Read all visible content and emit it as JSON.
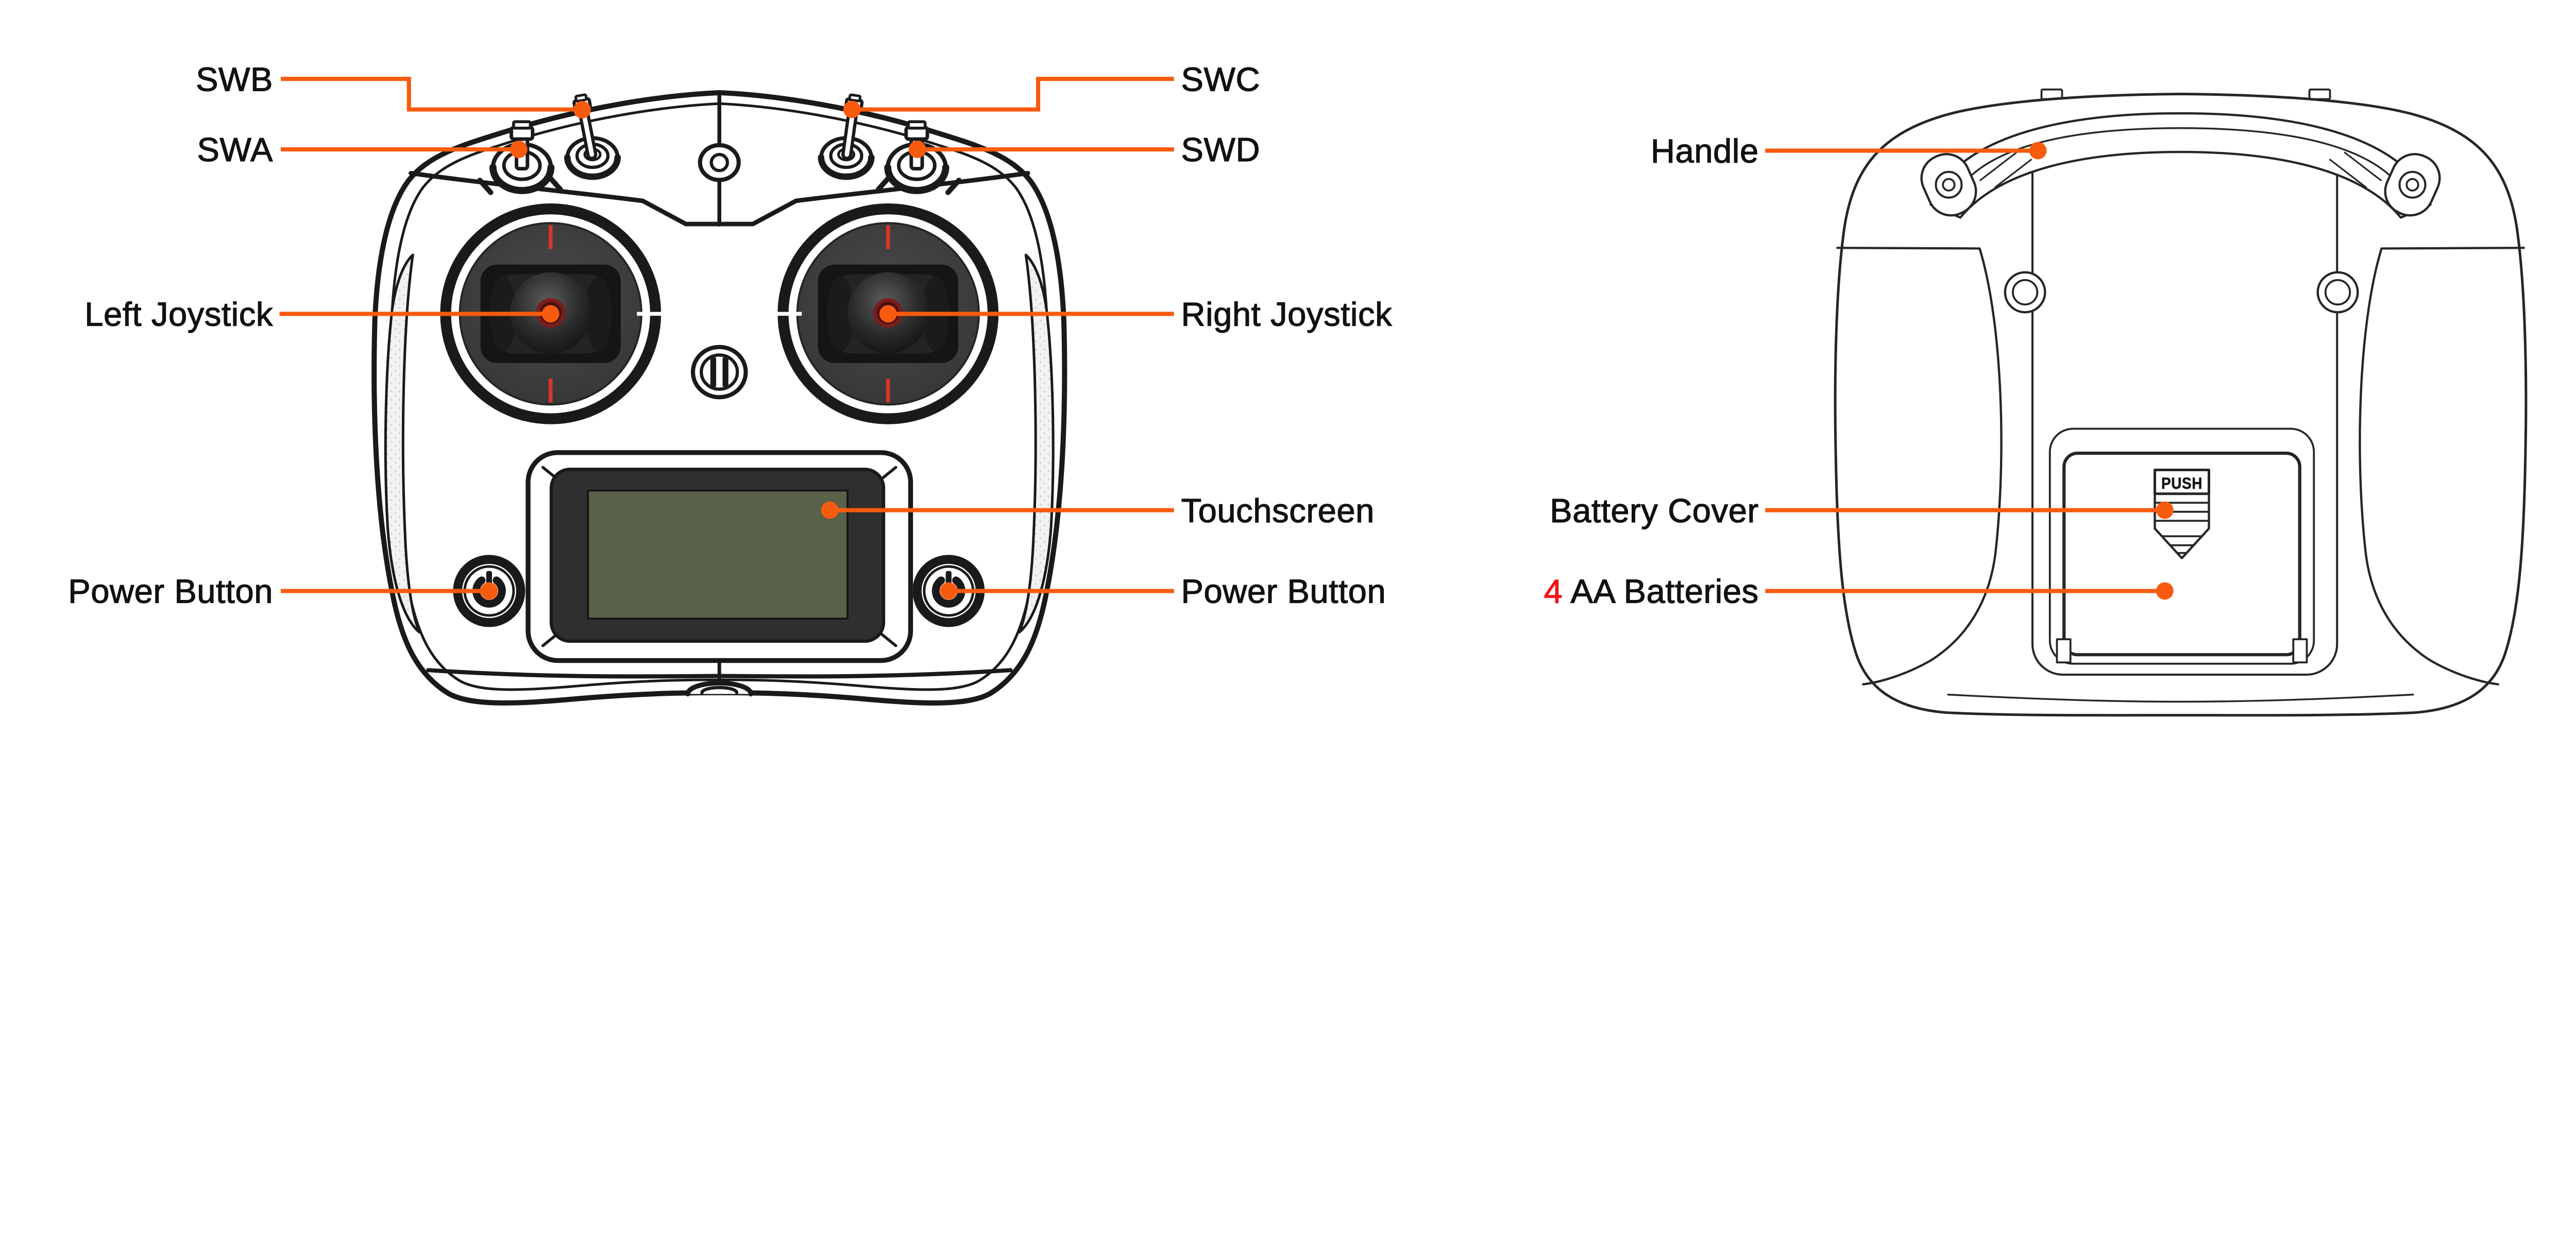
{
  "diagram": {
    "title_hint": "transmitter-parts-diagram",
    "front": {
      "swb": "SWB",
      "swa": "SWA",
      "swc": "SWC",
      "swd": "SWD",
      "left_joystick": "Left Joystick",
      "right_joystick": "Right Joystick",
      "touchscreen": "Touchscreen",
      "power_button_left": "Power Button",
      "power_button_right": "Power Button"
    },
    "back": {
      "handle": "Handle",
      "battery_cover": "Battery Cover",
      "batteries_qty": "4",
      "batteries_text": " AA Batteries",
      "push_label": "PUSH"
    },
    "colors": {
      "callout": "#F85B0E",
      "qty_red": "#F11616",
      "screen_green": "#59614A",
      "ink": "#1A1A1A"
    }
  }
}
